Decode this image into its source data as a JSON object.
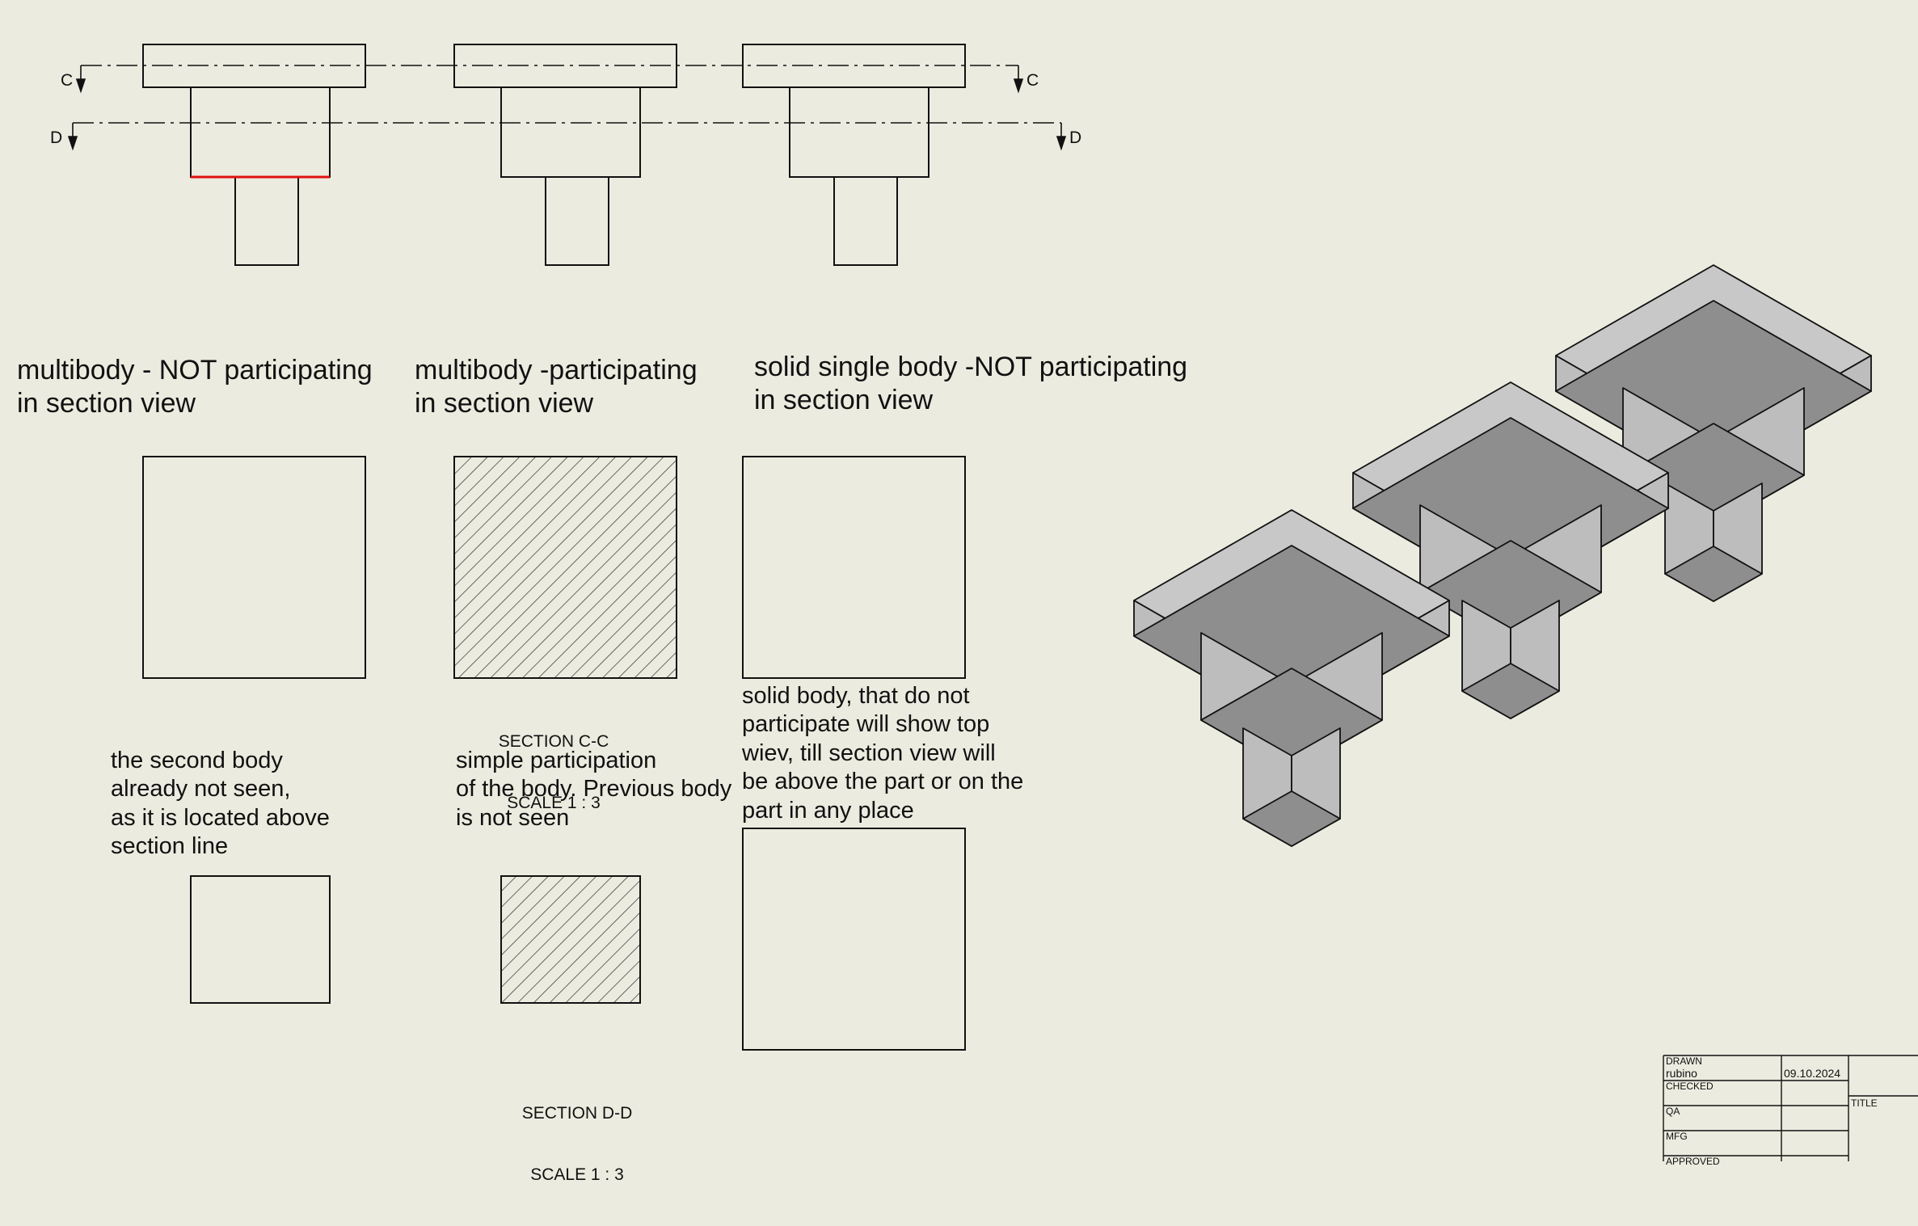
{
  "section_markers": {
    "c_left": "C",
    "c_right": "C",
    "d_left": "D",
    "d_right": "D"
  },
  "columns": [
    {
      "heading": "multibody - NOT participating\nin section view",
      "note": "the second body\nalready not seen,\nas it is located above\nsection line"
    },
    {
      "heading": "multibody -participating\nin section view",
      "section_c": {
        "title": "SECTION C-C",
        "scale": "SCALE 1 : 3"
      },
      "note": "simple participation\nof the body. Previous body\nis not seen",
      "section_d": {
        "title": "SECTION D-D",
        "scale": "SCALE 1 : 3"
      }
    },
    {
      "heading": "solid single body -NOT participating\nin section view",
      "note": "solid body, that do not\nparticipate will show top\nwiev, till section view will\nbe above the part or on the\npart in any place"
    }
  ],
  "title_block": {
    "drawn_label": "DRAWN",
    "drawn_by": "rubino",
    "drawn_date": "09.10.2024",
    "checked_label": "CHECKED",
    "qa_label": "QA",
    "mfg_label": "MFG",
    "approved_label": "APPROVED",
    "title_label": "TITLE"
  },
  "colors": {
    "background": "#ecebdf",
    "line": "#111111",
    "highlight_edge": "#e01010",
    "face_top": "#c8c8c8",
    "face_light": "#bdbdbd",
    "face_dark": "#8e8e8e"
  }
}
